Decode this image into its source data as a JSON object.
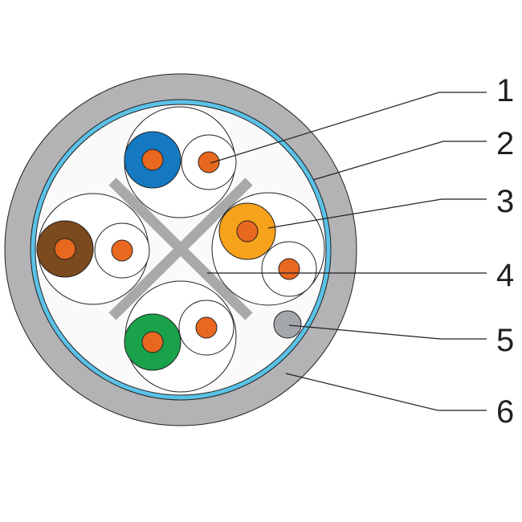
{
  "callouts": [
    {
      "id": "1",
      "label": "1"
    },
    {
      "id": "2",
      "label": "2"
    },
    {
      "id": "3",
      "label": "3"
    },
    {
      "id": "4",
      "label": "4"
    },
    {
      "id": "5",
      "label": "5"
    },
    {
      "id": "6",
      "label": "6"
    }
  ],
  "colors": {
    "outer_jacket": "#b3b3b5",
    "shield_tape": "#5bc2e7",
    "core_fill": "#fafafa",
    "separator": "#a9a9a9",
    "conductor": "#e8681f",
    "pair_blue": "#1479c1",
    "pair_brown": "#7b4a1e",
    "pair_orange": "#f6a21b",
    "pair_green": "#19a24a",
    "drain_wire": "#a3a7ab",
    "line": "#231f20"
  }
}
